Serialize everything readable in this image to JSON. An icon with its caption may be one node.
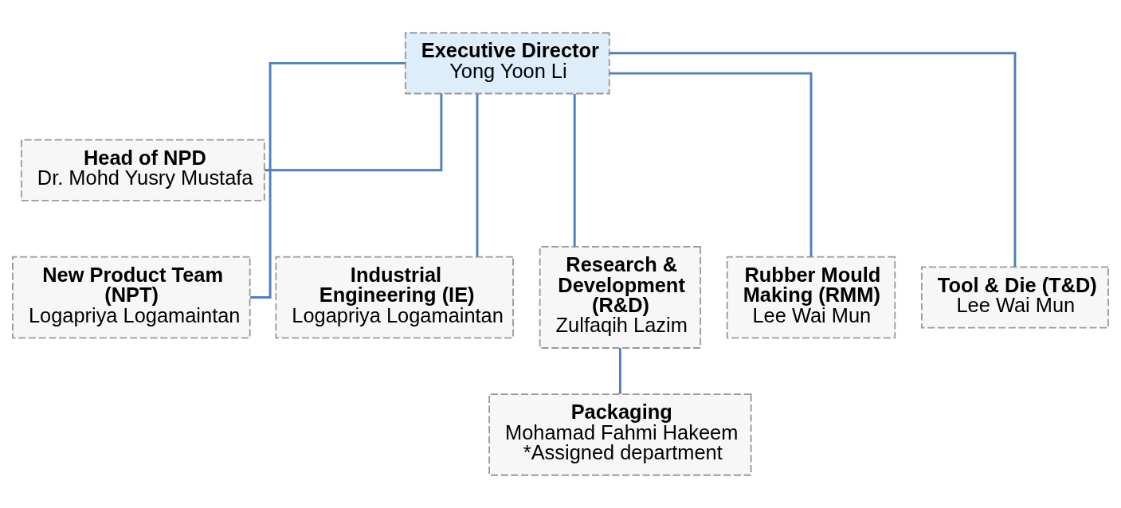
{
  "diagram": {
    "nodes": [
      {
        "text": [
          "Executive Director",
          "Yong Yoon Li"
        ]
      },
      {
        "text": [
          "Head of NPD",
          "Dr. Mohd Yusry Mustafa"
        ]
      },
      {
        "text": [
          "Industrial Engineering (IE)",
          "Logapriya Logamaintan"
        ]
      },
      {
        "text": [
          "Research & Development (R&D)",
          "Zulfaqih Lazim"
        ]
      },
      {
        "text": [
          "New Product Team (NPT)",
          "Logapriya Logamaintan"
        ]
      },
      {
        "text": [
          "Rubber Mould Making (RMM)",
          "Lee Wai Mun"
        ]
      },
      {
        "text": [
          "Tool & Die (T&D)",
          "Lee Wai Mun"
        ]
      },
      {
        "text": [
          "Packaging",
          "Mohamad Fahmi Hakeem",
          "*Assigned department"
        ]
      }
    ],
    "edges": [
      {
        "from": 0,
        "to": 1,
        "arrow": "none"
      },
      {
        "from": 0,
        "to": 2,
        "arrow": "none"
      },
      {
        "from": 0,
        "to": 3,
        "arrow": "none"
      },
      {
        "from": 0,
        "to": 4,
        "arrow": "none"
      },
      {
        "from": 0,
        "to": 5,
        "arrow": "none"
      },
      {
        "from": 0,
        "to": 6,
        "arrow": "none"
      },
      {
        "from": 3,
        "to": 7,
        "arrow": "none"
      }
    ]
  }
}
